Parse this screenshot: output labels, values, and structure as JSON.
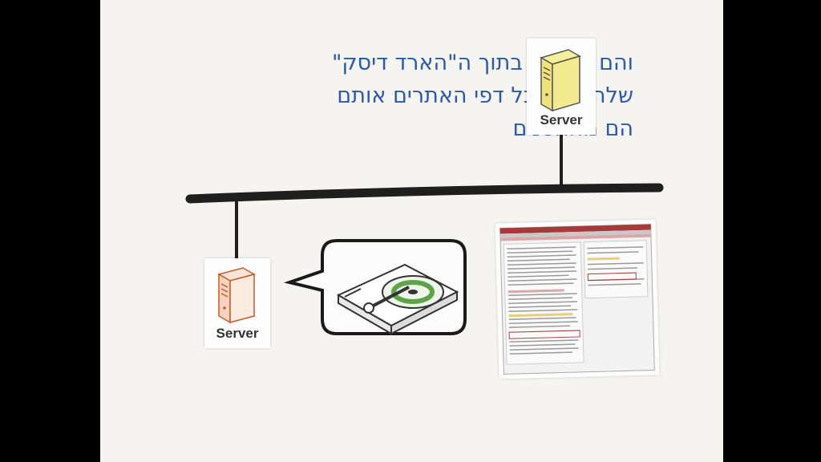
{
  "caption": {
    "line1": "והם מכילים בתוך ה\"הארד דיסק\"",
    "line2": "שלהם את כל דפי האתרים אותם",
    "line3": "הם מאחסנים"
  },
  "servers": [
    {
      "label": "Server",
      "color": "#d9c24a"
    },
    {
      "label": "Server",
      "color": "#d8632e"
    }
  ],
  "colors": {
    "caption": "#2b5aa6",
    "network": "#1f1f1f",
    "disk_accent": "#5ea34a",
    "webpage_header": "#a63a3a"
  }
}
